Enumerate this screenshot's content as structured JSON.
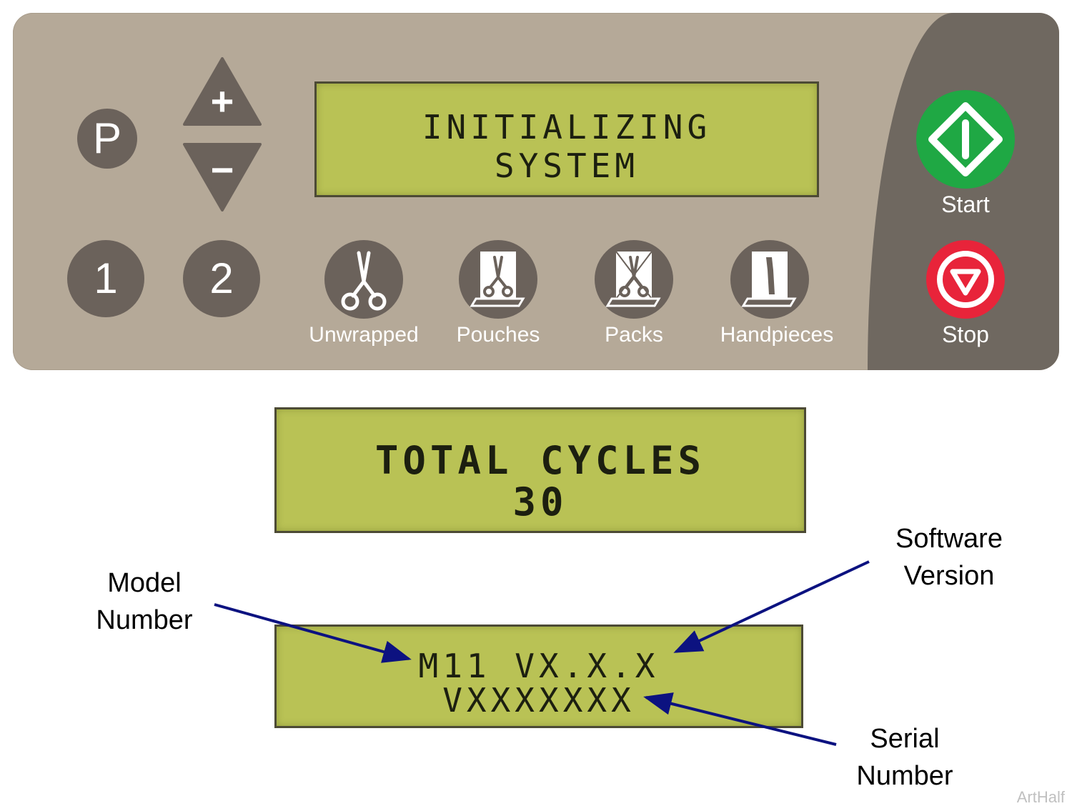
{
  "panel": {
    "p_button": "P",
    "plus_button": "+",
    "minus_button": "−",
    "preset_1": "1",
    "preset_2": "2",
    "display": {
      "line1": "INITIALIZING",
      "line2": "SYSTEM"
    },
    "modes": [
      {
        "label": "Unwrapped",
        "icon": "scissors-icon"
      },
      {
        "label": "Pouches",
        "icon": "pouch-icon"
      },
      {
        "label": "Packs",
        "icon": "pack-icon"
      },
      {
        "label": "Handpieces",
        "icon": "handpiece-icon"
      }
    ],
    "start_label": "Start",
    "stop_label": "Stop",
    "colors": {
      "start": "#1fa844",
      "stop": "#e8243a",
      "panel": "#b5a998",
      "lcd": "#b9c255"
    }
  },
  "display_total_cycles": {
    "line1": "TOTAL CYCLES",
    "line2": "30"
  },
  "display_version": {
    "line1": "M11 VX.X.X",
    "line2": "VXXXXXXX"
  },
  "callouts": {
    "model_number": [
      "Model",
      "Number"
    ],
    "software_version": [
      "Software",
      "Version"
    ],
    "serial_number": [
      "Serial",
      "Number"
    ]
  },
  "watermark": "ArtHalf"
}
